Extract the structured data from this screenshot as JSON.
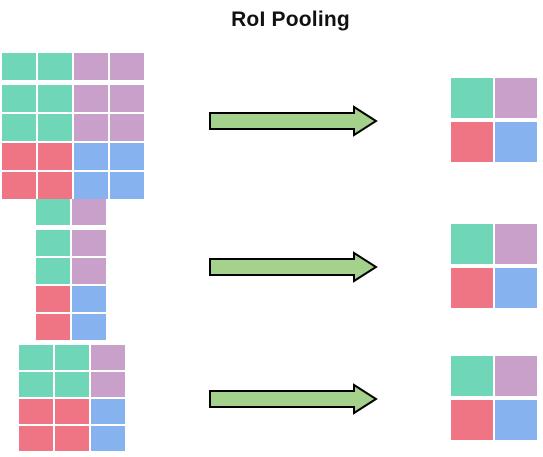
{
  "title": "RoI Pooling",
  "colors": {
    "G": "#6fd7b7",
    "P": "#c8a0c9",
    "R": "#ef7584",
    "B": "#86b2ef",
    "arrow_fill": "#a4d18b",
    "arrow_stroke": "#000000"
  },
  "rows": [
    {
      "input_grid": [
        [
          "G",
          "G",
          "P",
          "P"
        ],
        [
          "G",
          "G",
          "P",
          "P"
        ],
        [
          "G",
          "G",
          "P",
          "P"
        ],
        [
          "R",
          "R",
          "B",
          "B"
        ],
        [
          "R",
          "R",
          "B",
          "B"
        ]
      ],
      "output_grid": [
        [
          "G",
          "P"
        ],
        [
          "R",
          "B"
        ]
      ]
    },
    {
      "input_grid": [
        [
          "G",
          "P"
        ],
        [
          "G",
          "P"
        ],
        [
          "G",
          "P"
        ],
        [
          "R",
          "B"
        ],
        [
          "R",
          "B"
        ]
      ],
      "output_grid": [
        [
          "G",
          "P"
        ],
        [
          "R",
          "B"
        ]
      ]
    },
    {
      "input_grid": [
        [
          "G",
          "G",
          "P"
        ],
        [
          "G",
          "G",
          "P"
        ],
        [
          "R",
          "R",
          "B"
        ],
        [
          "R",
          "R",
          "B"
        ]
      ],
      "output_grid": [
        [
          "G",
          "P"
        ],
        [
          "R",
          "B"
        ]
      ]
    }
  ]
}
